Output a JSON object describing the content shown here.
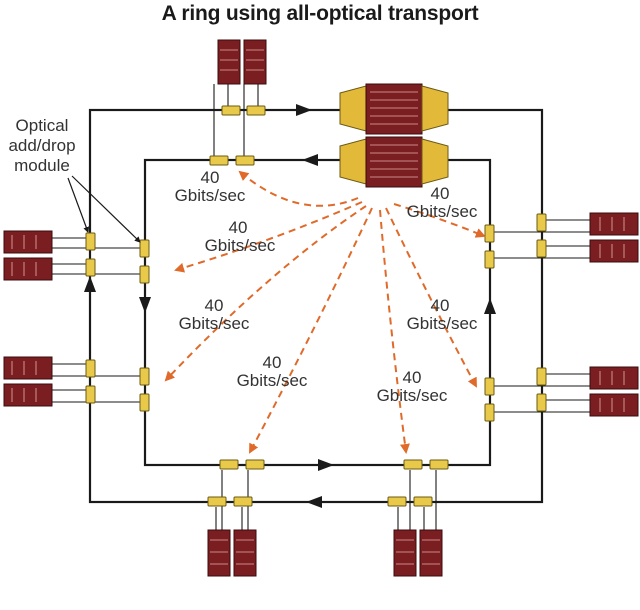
{
  "title": "A ring using all-optical transport",
  "labels": {
    "module_line1": "Optical",
    "module_line2": "add/drop",
    "module_line3": "module",
    "rate_value": "40",
    "rate_unit": "Gbits/sec"
  },
  "colors": {
    "fiber": "#1a1a1a",
    "add_drop_module": "#e9c94a",
    "terminal_equipment": "#7a1e22",
    "wavelength_path": "#e06a2a",
    "hub_node": "#e3b93a"
  }
}
